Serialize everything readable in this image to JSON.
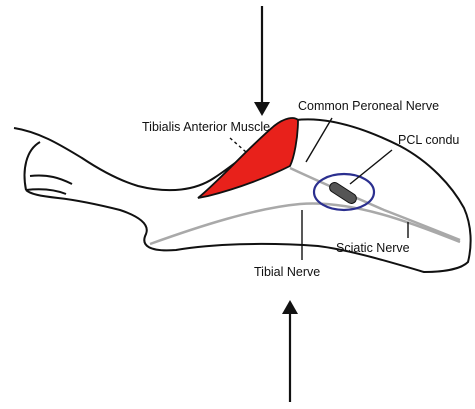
{
  "diagram": {
    "labels": {
      "common_peroneal_nerve": "Common Peroneal Nerve",
      "tibialis_anterior_muscle": "Tibialis Anterior Muscle",
      "pcl_conduit": "PCL condu",
      "sciatic_nerve": "Sciatic Nerve",
      "tibial_nerve": "Tibial Nerve"
    },
    "colors": {
      "muscle": "#e8211b",
      "nerve": "#a9a9a9",
      "outline": "#111111",
      "conduit_ring": "#2b2f8f",
      "conduit_fill": "#555555"
    }
  }
}
